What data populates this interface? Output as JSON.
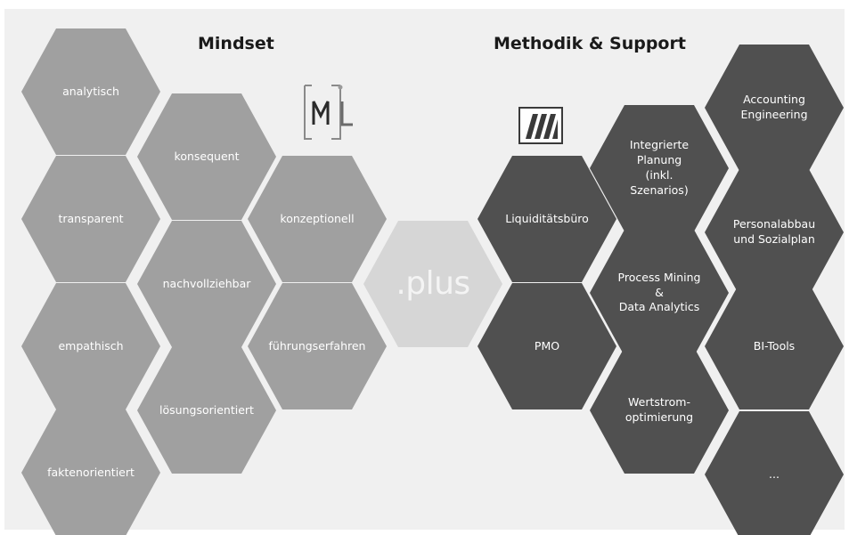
{
  "headings": {
    "mindset": "Mindset",
    "methodik": "Methodik & Support"
  },
  "logos": {
    "ml_letters": "M L",
    "plus": ".plus"
  },
  "mindset_items": [
    "analytisch",
    "konsequent",
    "konzeptionell",
    "transparent",
    "nachvollziehbar",
    "empathisch",
    "führungserfahren",
    "lösungsorientiert",
    "faktenorientiert"
  ],
  "methodik_items": [
    "Accounting\nEngineering",
    "Integrierte\nPlanung\n(inkl. Szenarios)",
    "Liquiditätsbüro",
    "Personalabbau\nund Sozialplan",
    "Process Mining &\nData Analytics",
    "PMO",
    "BI-Tools",
    "Wertstrom-\noptimierung",
    "..."
  ],
  "colors": {
    "mindset_hex": "#a0a0a0",
    "methodik_hex": "#505050",
    "center_hex": "#d6d6d6",
    "panel_bg": "#f0f0f0"
  },
  "icons": {
    "ml_logo": "ml-logo",
    "brand_logo": "striped-square-logo"
  }
}
